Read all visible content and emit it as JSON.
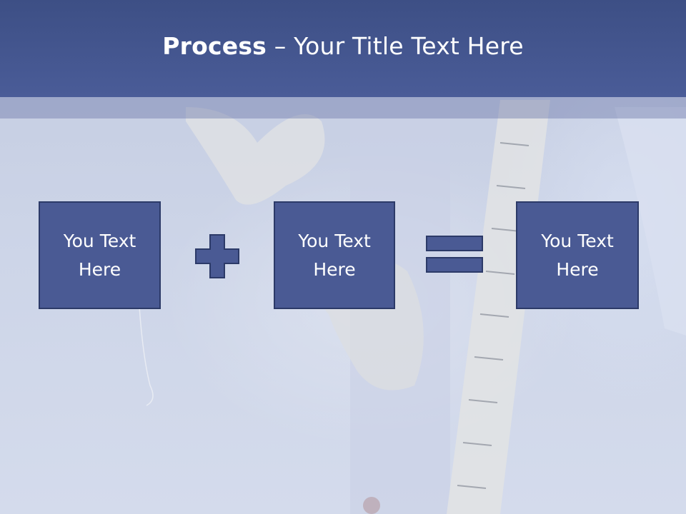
{
  "slide": {
    "title_bold": "Process",
    "title_rest": " – Your Title Text Here"
  },
  "process": {
    "boxes": [
      {
        "label": "You Text\nHere"
      },
      {
        "label": "You Text\nHere"
      },
      {
        "label": "You Text\nHere"
      }
    ],
    "operators": [
      "plus-icon",
      "equals-icon"
    ]
  },
  "colors": {
    "title_bar": "#4a5c98",
    "box_fill": "#4a5a94",
    "box_border": "#2c3a68",
    "text": "#ffffff"
  }
}
